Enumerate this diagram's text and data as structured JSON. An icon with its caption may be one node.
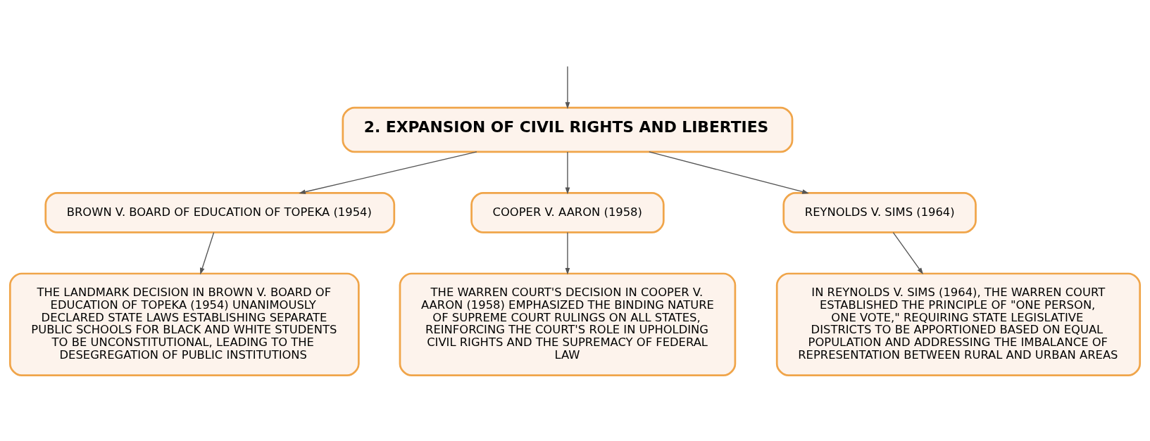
{
  "diagram": {
    "nodes": [
      {
        "text": [
          "2. EXPANSION OF CIVIL RIGHTS AND LIBERTIES"
        ]
      },
      {
        "text": [
          "BROWN V. BOARD OF EDUCATION OF TOPEKA (1954)"
        ]
      },
      {
        "text": [
          "COOPER V. AARON (1958)"
        ]
      },
      {
        "text": [
          "REYNOLDS V. SIMS (1964)"
        ]
      },
      {
        "text": [
          "THE LANDMARK DECISION IN BROWN V. BOARD OF EDUCATION OF TOPEKA (1954) UNANIMOUSLY DECLARED STATE LAWS ESTABLISHING SEPARATE PUBLIC SCHOOLS FOR BLACK AND WHITE STUDENTS TO BE UNCONSTITUTIONAL, LEADING TO THE DESEGREGATION OF PUBLIC INSTITUTIONS"
        ]
      },
      {
        "text": [
          "THE WARREN COURT'S DECISION IN COOPER V. AARON (1958) EMPHASIZED THE BINDING NATURE OF SUPREME COURT RULINGS ON ALL STATES, REINFORCING THE COURT'S ROLE IN UPHOLDING CIVIL RIGHTS AND THE SUPREMACY OF FEDERAL LAW"
        ]
      },
      {
        "text": [
          "IN REYNOLDS V. SIMS (1964), THE WARREN COURT ESTABLISHED THE PRINCIPLE OF \"ONE PERSON, ONE VOTE,\" REQUIRING STATE LEGISLATIVE DISTRICTS TO BE APPORTIONED BASED ON EQUAL POPULATION AND ADDRESSING THE IMBALANCE OF REPRESENTATION BETWEEN RURAL AND URBAN AREAS"
        ]
      }
    ],
    "edges": [
      {
        "from": null,
        "to": 0,
        "arrow": "to"
      },
      {
        "from": 0,
        "to": 1,
        "arrow": "to"
      },
      {
        "from": 0,
        "to": 2,
        "arrow": "to"
      },
      {
        "from": 0,
        "to": 3,
        "arrow": "to"
      },
      {
        "from": 1,
        "to": 4,
        "arrow": "to"
      },
      {
        "from": 2,
        "to": 5,
        "arrow": "to"
      },
      {
        "from": 3,
        "to": 6,
        "arrow": "to"
      }
    ]
  }
}
